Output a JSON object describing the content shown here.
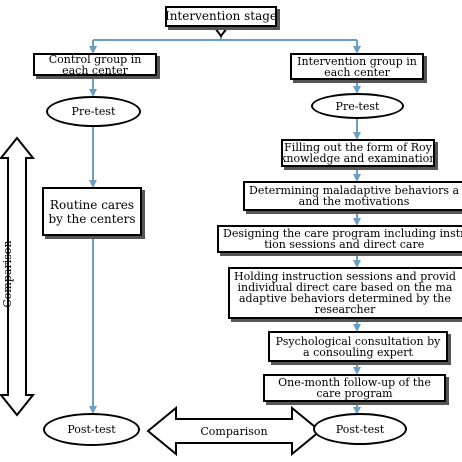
{
  "title": "Intervention stage",
  "groups": {
    "control": "Control group in\neach center",
    "intervention": "Intervention group in\neach center"
  },
  "pretest": "Pre-test",
  "posttest": "Post-test",
  "routine": "Routine cares\nby the centers",
  "steps": [
    "Filling out the form of Roy\nknowledge and examination",
    "Determining maladaptive behaviors a\nand the motivations",
    "Designing the care program including instr\ntion sessions and direct care",
    "Holding instruction sessions and provid\nindividual direct care based on the ma\nadaptive behaviors determined by the\nresearcher",
    "Psychological consultation by\na consouling expert",
    "One-month follow-up of the\ncare program"
  ],
  "comparison_vertical": "Comparison",
  "comparison_horizontal": "Comparison",
  "colors": {
    "connector": "#6a9ec2",
    "border": "#000000"
  }
}
